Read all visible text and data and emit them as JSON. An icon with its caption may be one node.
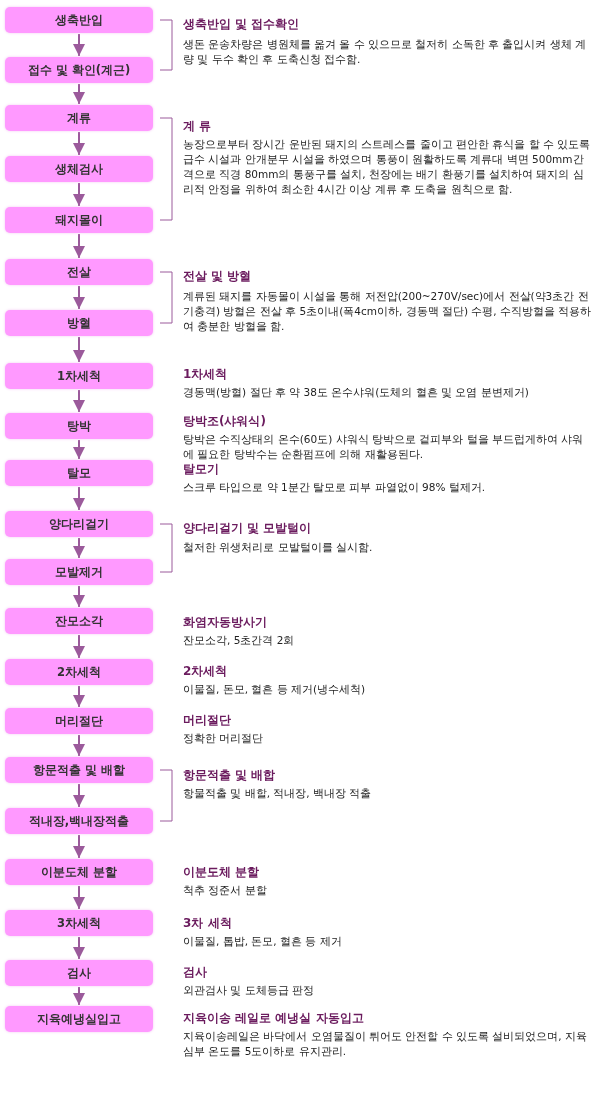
{
  "diagram": {
    "nodes": [
      {
        "text": [
          "생축반입"
        ],
        "beside": [
          "생축반입 및 접수확인",
          "생돈 운송차량은 병원체를 옮겨 올 수 있으므로 철저히 소독한 후 출입시켜 생체 계량 및 두수 확인 후 도축신청 접수함."
        ]
      },
      {
        "text": [
          "접수 및 확인(계근)"
        ]
      },
      {
        "text": [
          "계류"
        ],
        "beside": [
          "계 류",
          "농장으로부터 장시간 운반된 돼지의 스트레스를 줄이고 편안한 휴식을 할 수 있도록 급수 시설과 안개분무 시설을 하였으며 통풍이 원활하도록 계류대 벽면 500mm간격으로 직경 80mm의 통풍구를 설치, 천장에는 배기 환풍기를 설치하여 돼지의 심리적 안정을 위하여 최소한 4시간 이상 계류 후 도축을 원칙으로 함."
        ]
      },
      {
        "text": [
          "생체검사"
        ]
      },
      {
        "text": [
          "돼지몰이"
        ]
      },
      {
        "text": [
          "전살"
        ],
        "beside": [
          "전살 및 방혈",
          "계류된 돼지를 자동몰이 시설을 통해 저전압(200~270V/sec)에서 전살(약3초간 전기충격) 방혈은 전살 후 5초이내(폭4cm이하, 경동맥 절단) 수평, 수직방혈을 적용하여 충분한 방혈을 함."
        ]
      },
      {
        "text": [
          "방혈"
        ]
      },
      {
        "text": [
          "1차세척"
        ],
        "beside": [
          "1차세척",
          "경동맥(방혈) 절단 후 약 38도 온수샤워(도체의 혈흔 및 오염 분변제거)"
        ]
      },
      {
        "text": [
          "탕박"
        ],
        "beside": [
          "탕박조(샤워식)",
          "탕박은 수직상태의 온수(60도) 샤워식 탕박으로 겉피부와 털을 부드럽게하여 샤워에 필요한 탕박수는 순환펌프에 의해 재활용된다."
        ]
      },
      {
        "text": [
          "탈모"
        ],
        "beside": [
          "탈모기",
          "스크루 타입으로 약 1분간 탈모로 피부 파열없이 98% 털제거."
        ]
      },
      {
        "text": [
          "양다리걸기"
        ],
        "beside": [
          "양다리걸기 및 모발털이",
          "철저한 위생처리로 모발털이를 실시함."
        ]
      },
      {
        "text": [
          "모발제거"
        ]
      },
      {
        "text": [
          "잔모소각"
        ],
        "beside": [
          "화염자동방사기",
          "잔모소각, 5초간격 2회"
        ]
      },
      {
        "text": [
          "2차세척"
        ],
        "beside": [
          "2차세척",
          "이물질, 돈모, 혈흔 등 제거(냉수세척)"
        ]
      },
      {
        "text": [
          "머리절단"
        ],
        "beside": [
          "머리절단",
          "정확한 머리절단"
        ]
      },
      {
        "text": [
          "항문적출 및 배할"
        ],
        "beside": [
          "항문적출 및 배합",
          "항물적출 및 배할, 적내장, 백내장 적출"
        ]
      },
      {
        "text": [
          "적내장,백내장적출"
        ]
      },
      {
        "text": [
          "이분도체 분할"
        ],
        "beside": [
          "이분도체 분할",
          "척추 정준서 분할"
        ]
      },
      {
        "text": [
          "3차세척"
        ],
        "beside": [
          "3차 세척",
          "이물질, 톱밥, 돈모, 혈흔 등 제거"
        ]
      },
      {
        "text": [
          "검사"
        ],
        "beside": [
          "검사",
          "외관검사 및 도체등급 판정"
        ]
      },
      {
        "text": [
          "지육예냉실입고"
        ],
        "beside": [
          "지육이송 레일로 예냉실 자동입고",
          "지육이송레일은 바닥에서 오염물질이 튀어도 안전할 수 있도록 설비되었으며, 지육 심부 온도를 5도이하로 유지관리."
        ]
      }
    ],
    "edges": [
      {
        "from": 0,
        "to": 1,
        "arrow": "to"
      },
      {
        "from": 1,
        "to": 2,
        "arrow": "to"
      },
      {
        "from": 2,
        "to": 3,
        "arrow": "to"
      },
      {
        "from": 3,
        "to": 4,
        "arrow": "to"
      },
      {
        "from": 4,
        "to": 5,
        "arrow": "to"
      },
      {
        "from": 5,
        "to": 6,
        "arrow": "to"
      },
      {
        "from": 6,
        "to": 7,
        "arrow": "to"
      },
      {
        "from": 7,
        "to": 8,
        "arrow": "to"
      },
      {
        "from": 8,
        "to": 9,
        "arrow": "to"
      },
      {
        "from": 9,
        "to": 10,
        "arrow": "to"
      },
      {
        "from": 10,
        "to": 11,
        "arrow": "to"
      },
      {
        "from": 11,
        "to": 12,
        "arrow": "to"
      },
      {
        "from": 12,
        "to": 13,
        "arrow": "to"
      },
      {
        "from": 13,
        "to": 14,
        "arrow": "to"
      },
      {
        "from": 14,
        "to": 15,
        "arrow": "to"
      },
      {
        "from": 15,
        "to": 16,
        "arrow": "to"
      },
      {
        "from": 16,
        "to": 17,
        "arrow": "to"
      },
      {
        "from": 17,
        "to": 18,
        "arrow": "to"
      },
      {
        "from": 18,
        "to": 19,
        "arrow": "to"
      },
      {
        "from": 19,
        "to": 20,
        "arrow": "to"
      }
    ]
  }
}
